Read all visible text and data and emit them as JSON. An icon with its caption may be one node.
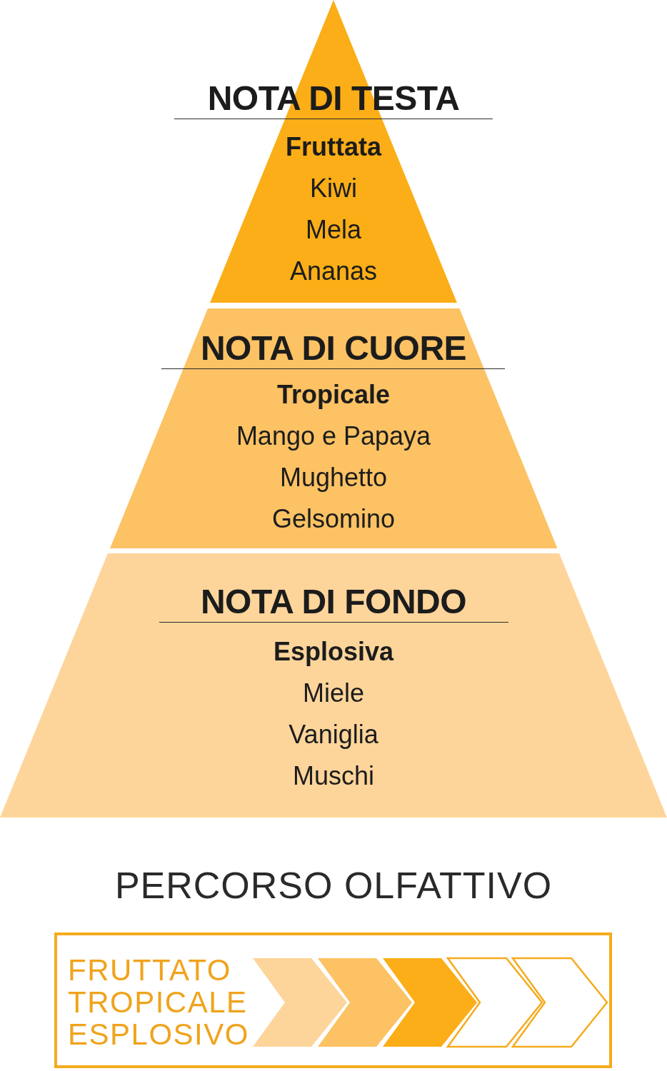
{
  "diagram": {
    "nodes": [
      {
        "text": [
          "NOTA DI TESTA",
          "Fruttata",
          "Kiwi",
          "Mela",
          "Ananas"
        ]
      },
      {
        "text": [
          "NOTA DI CUORE",
          "Tropicale",
          "Mango e Papaya",
          "Mughetto",
          "Gelsomino"
        ]
      },
      {
        "text": [
          "NOTA DI FONDO",
          "Esplosiva",
          "Miele",
          "Vaniglia",
          "Muschi"
        ]
      },
      {
        "text": [
          "FRUTTATO",
          "TROPICALE",
          "ESPLOSIVO"
        ]
      }
    ],
    "labels": [
      "PERCORSO OLFATTIVO"
    ]
  }
}
